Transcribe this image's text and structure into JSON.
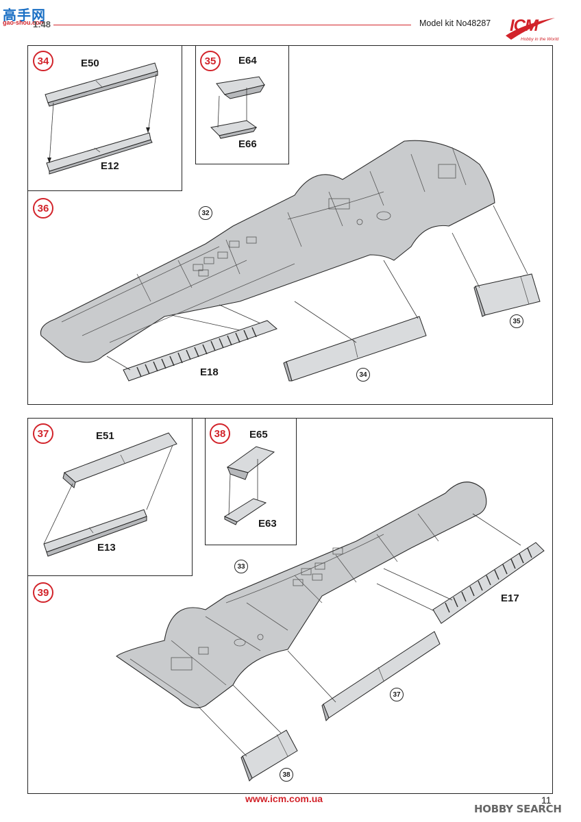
{
  "header": {
    "watermark_logo": "高手网",
    "watermark_url": "gao-shou.com",
    "scale_partial": "1:48",
    "kit_label": "Model kit No48287",
    "brand_name": "ICM",
    "brand_tagline": "Hobby in the World"
  },
  "steps": {
    "s34": {
      "number": "34",
      "parts": [
        "E50",
        "E12"
      ]
    },
    "s35": {
      "number": "35",
      "parts": [
        "E64",
        "E66"
      ]
    },
    "s36": {
      "number": "36",
      "ref_top": "32",
      "parts": [
        "E18"
      ],
      "refs": [
        "34",
        "35"
      ]
    },
    "s37": {
      "number": "37",
      "parts": [
        "E51",
        "E13"
      ]
    },
    "s38": {
      "number": "38",
      "parts": [
        "E65",
        "E63"
      ]
    },
    "s39": {
      "number": "39",
      "ref_top": "33",
      "parts": [
        "E17"
      ],
      "refs": [
        "37",
        "38"
      ]
    }
  },
  "footer": {
    "url": "www.icm.com.ua",
    "page_number": "11",
    "watermark": "HOBBY SEARCH"
  }
}
